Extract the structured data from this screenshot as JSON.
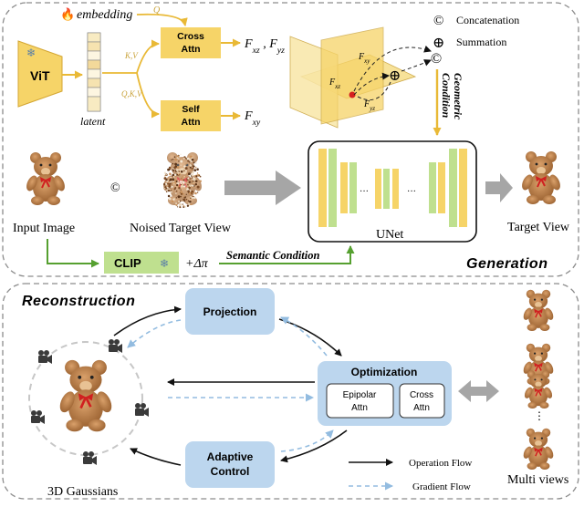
{
  "legend_top": {
    "concat_symbol": "©",
    "concat_label": "Concatenation",
    "sum_symbol": "⊕",
    "sum_label": "Summation"
  },
  "generation": {
    "section_title": "Generation",
    "fire_glyph": "🔥",
    "embedding_label": "embedding",
    "q_label": "Q",
    "vit_label": "ViT",
    "snowflake_glyph": "❄",
    "latent_label": "latent",
    "kv_label": "K,V",
    "qkv_label": "Q,K,V",
    "cross_attn_line1": "Cross",
    "cross_attn_line2": "Attn",
    "self_attn_line1": "Self",
    "self_attn_line2": "Attn",
    "fxz_fyz": "F_xz , F_yz",
    "fxy": "F_xy",
    "plane_fxy": "F_xy",
    "plane_fxz": "F_xz",
    "plane_fyz": "F_yz",
    "geometric_condition_line1": "Geometric",
    "geometric_condition_line2": "Condition",
    "input_image_label": "Input Image",
    "concat_symbol": "©",
    "noised_label": "Noised Target View",
    "unet_label": "UNet",
    "dots": "···",
    "target_view_label": "Target View",
    "clip_label": "CLIP",
    "delta_label": "+Δπ",
    "semantic_condition_label": "Semantic Condition"
  },
  "reconstruction": {
    "section_title": "Reconstruction",
    "projection_label": "Projection",
    "optimization_label": "Optimization",
    "epipolar_line1": "Epipolar",
    "epipolar_line2": "Attn",
    "cross_line1": "Cross",
    "cross_line2": "Attn",
    "adaptive_line1": "Adaptive",
    "adaptive_line2": "Control",
    "gaussians_label": "3D Gaussians",
    "multi_views_label": "Multi views",
    "vertical_dots": "⋮",
    "operation_flow_label": "Operation Flow",
    "gradient_flow_label": "Gradient Flow"
  },
  "colors": {
    "gold": "#e9b936",
    "light_yellow": "#f6d468",
    "green": "#56a030",
    "light_green": "#bfe08f",
    "blue_box": "#bcd6ee",
    "blue_dash": "#93bce0",
    "gray_arrow": "#a6a6a6",
    "teddy": "#b77b45",
    "ribbon": "#d02020"
  }
}
